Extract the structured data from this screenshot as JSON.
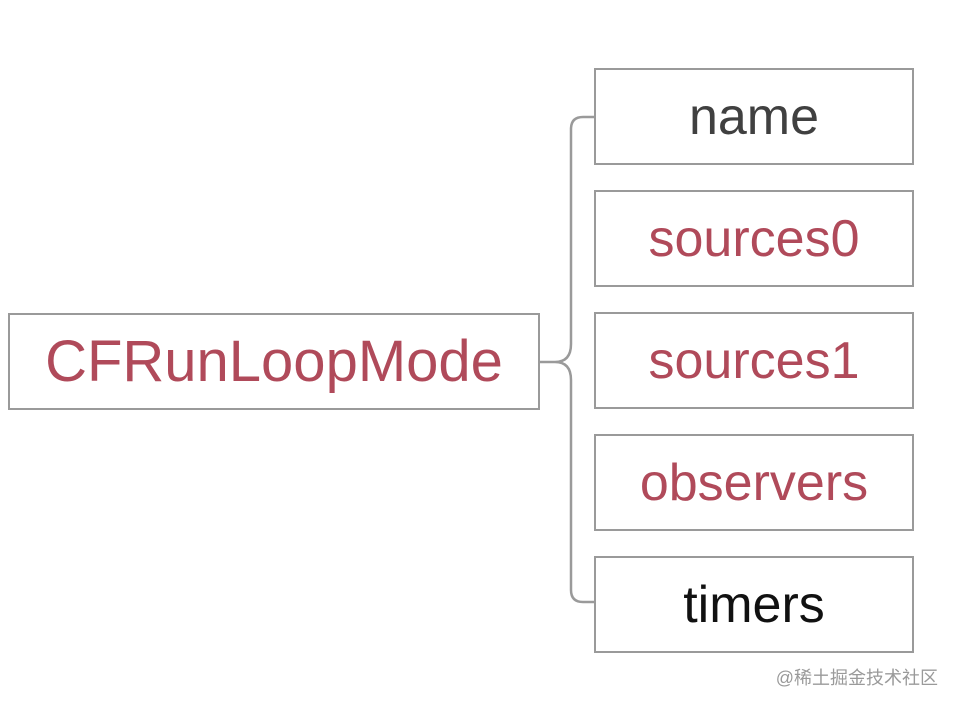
{
  "root": {
    "label": "CFRunLoopMode",
    "color": "#b04a5a"
  },
  "children": [
    {
      "label": "name",
      "color": "#404040"
    },
    {
      "label": "sources0",
      "color": "#b04a5a"
    },
    {
      "label": "sources1",
      "color": "#b04a5a"
    },
    {
      "label": "observers",
      "color": "#b04a5a"
    },
    {
      "label": "timers",
      "color": "#111111"
    }
  ],
  "watermark": "@稀土掘金技术社区",
  "colors": {
    "accent": "#b04a5a",
    "border": "#9a9a9a",
    "connector": "#9a9a9a",
    "background": "#ffffff"
  }
}
